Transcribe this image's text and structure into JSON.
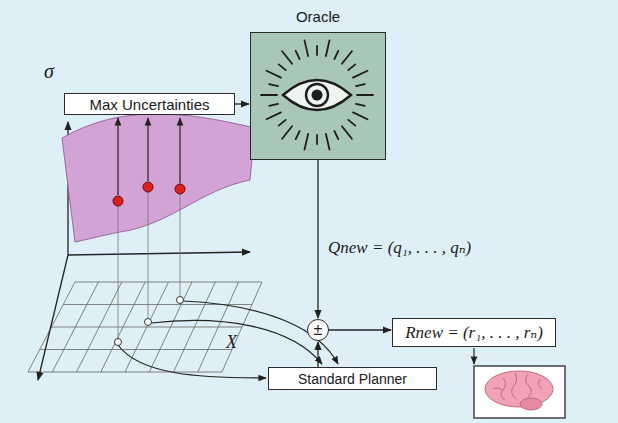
{
  "diagram": {
    "nodes": [
      {
        "text": [
          "Oracle"
        ]
      },
      {
        "text": [
          "Max Uncertainties"
        ]
      },
      {
        "text": [
          "±"
        ]
      },
      {
        "text": [
          "Rnew = (r₁, . . . , rₙ)"
        ]
      },
      {
        "text": [
          "Standard Planner"
        ]
      }
    ],
    "edges": [
      {
        "from": 1,
        "to": 0,
        "arrow": "to"
      },
      {
        "from": 0,
        "to": 2,
        "label": "Qnew = (q₁, . . . , qₙ)",
        "arrow": "to"
      },
      {
        "from": 4,
        "to": 2,
        "arrow": "to"
      },
      {
        "from": 2,
        "to": 3,
        "arrow": "to"
      }
    ],
    "labels": [
      "σ",
      "X"
    ]
  }
}
